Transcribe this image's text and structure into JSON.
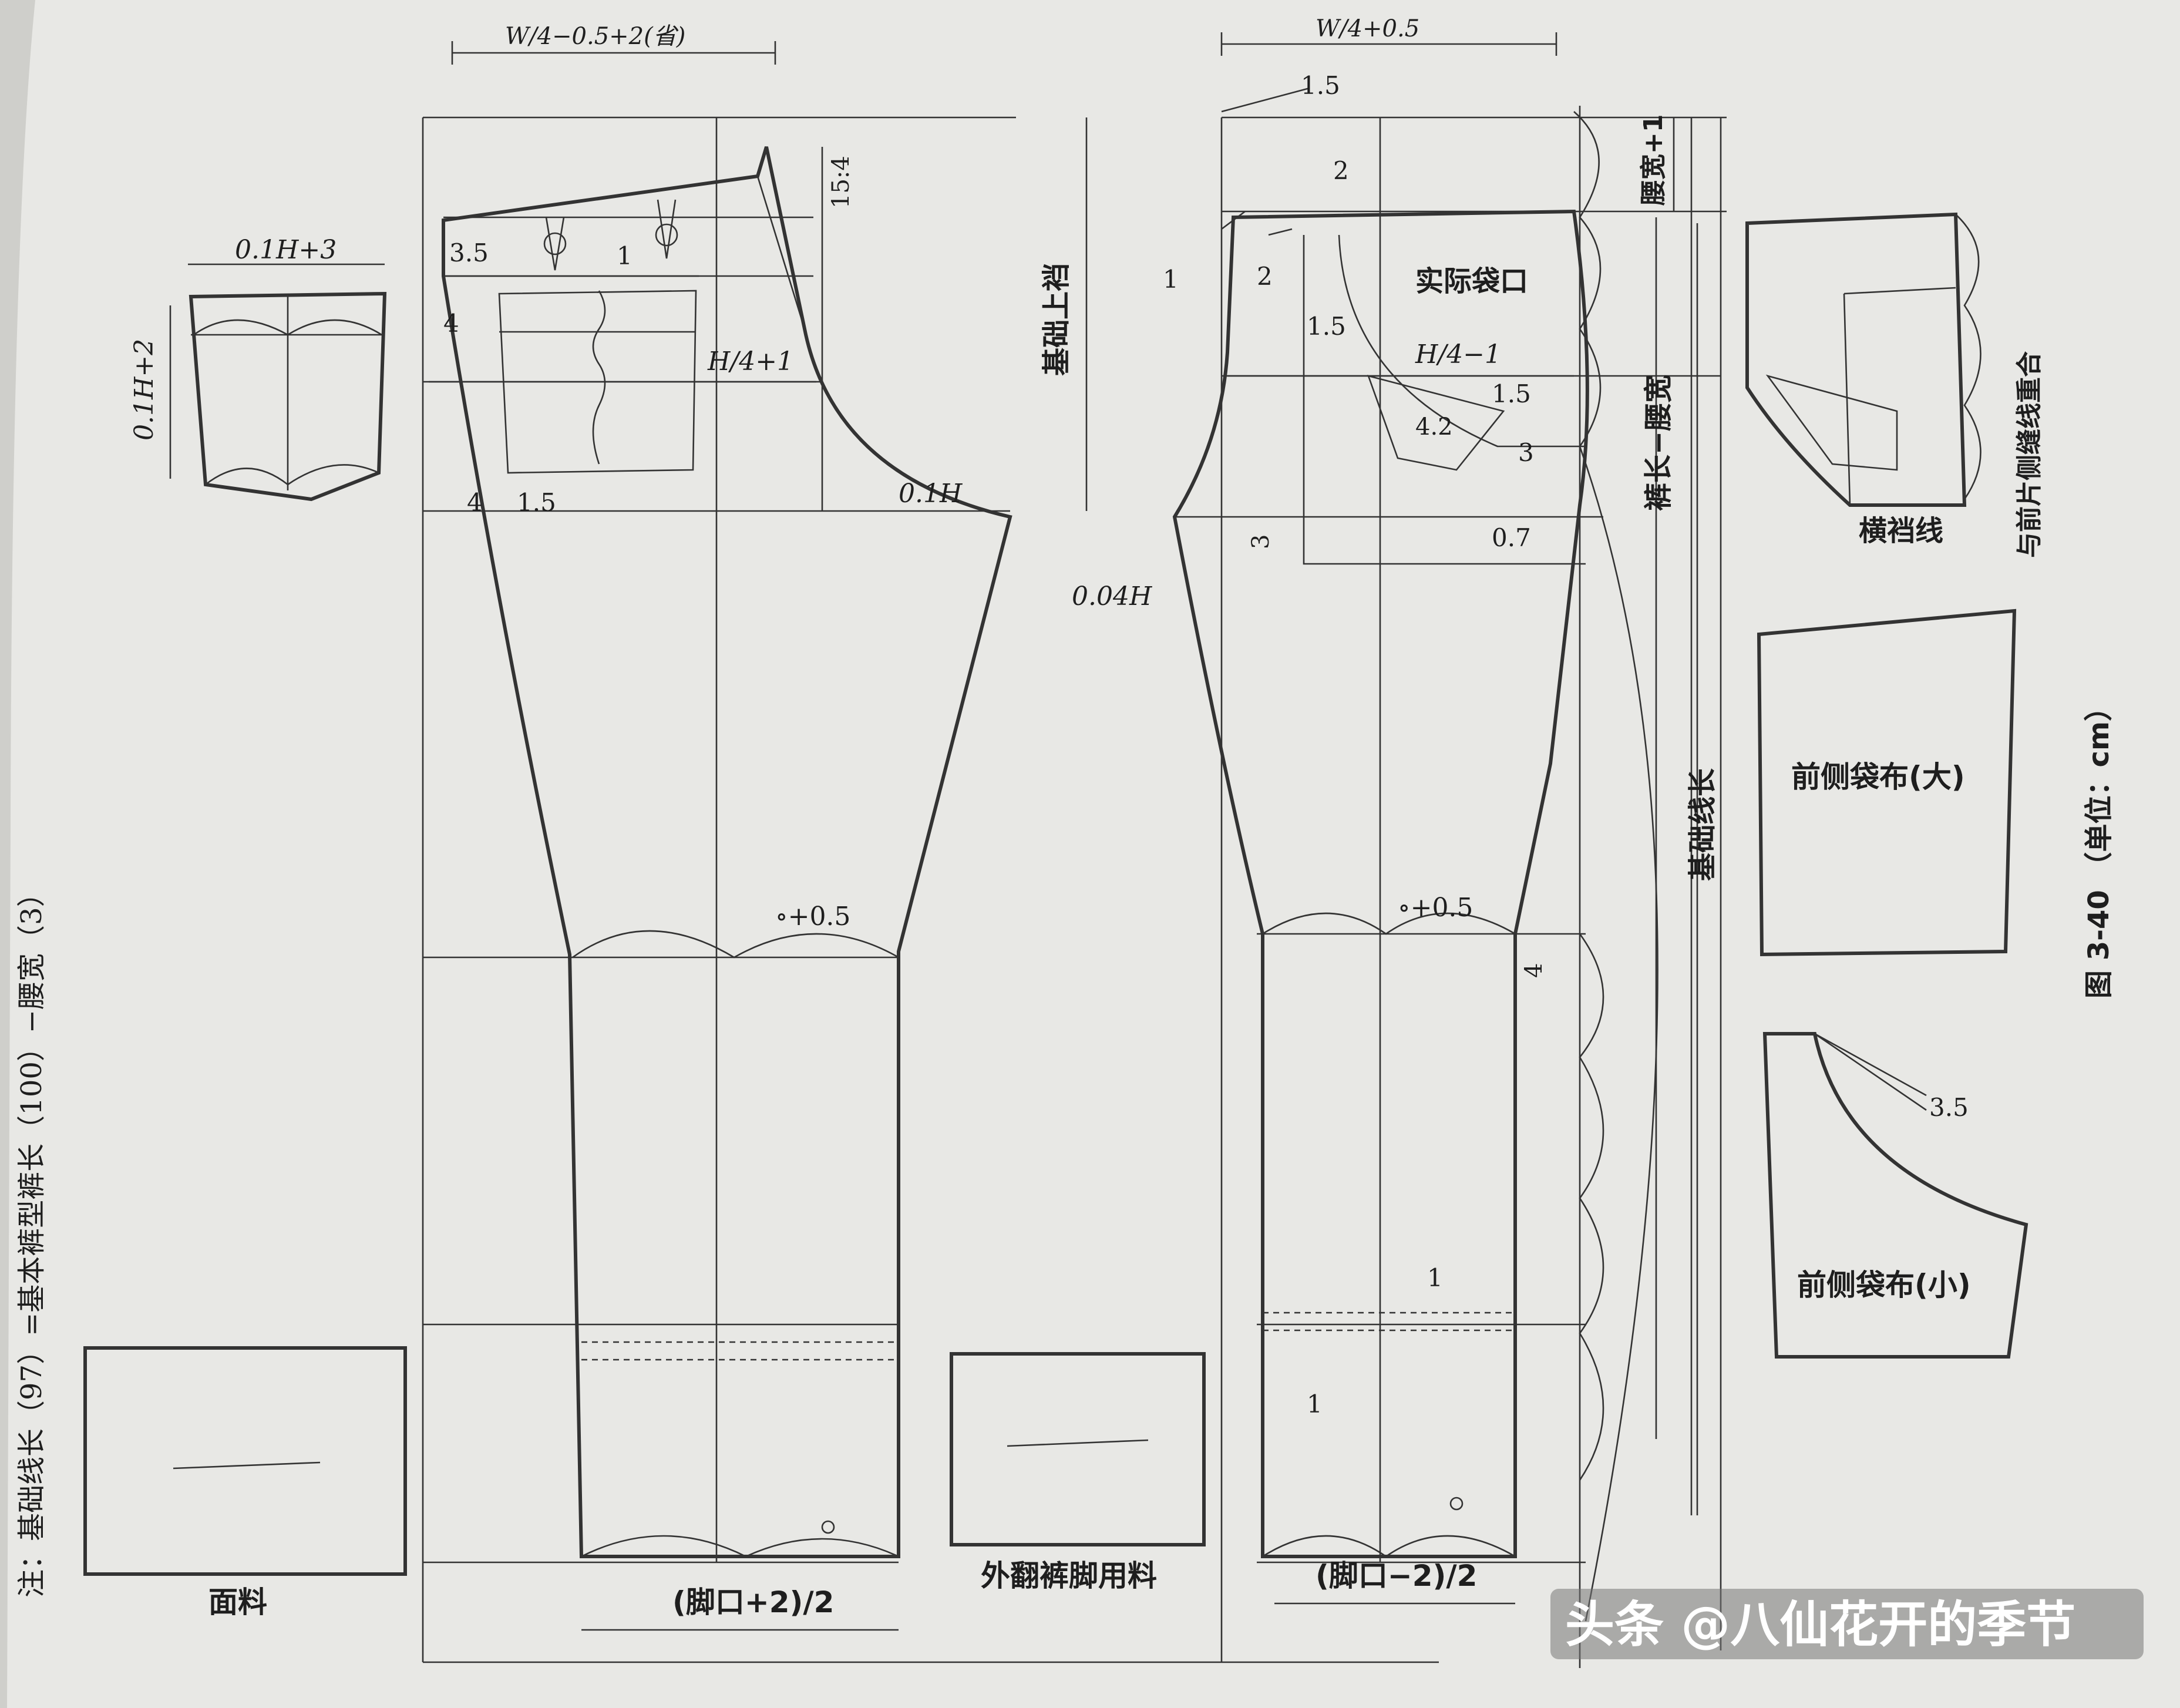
{
  "note": {
    "line1": "注：基础线长（97）=基本裤型裤长（100）−腰宽（3）"
  },
  "figure": {
    "caption": "图 3-40 （单位：cm）"
  },
  "labels": {
    "back_waist_formula": "W/4−0.5+2(省)",
    "front_waist_formula": "W/4+0.5",
    "back_hip_formula": "H/4+1",
    "front_hip_formula": "H/4−1",
    "pocket_width": "0.1H+3",
    "pocket_height": "0.1H+2",
    "back_crotch": "0.1H",
    "front_crotch": "0.04H",
    "slope": "15:4",
    "base_rise": "基础上裆",
    "waistband": "腰宽+1",
    "pants_minus_waist": "裤长−腰宽",
    "base_line_length": "基础线长",
    "actual_pocket_opening": "实际袋口",
    "back_hem_formula": "(脚口+2)/2",
    "front_hem_formula": "(脚口−2)/2",
    "knee_adjust_back": "∘+0.5",
    "knee_adjust_front": "∘+0.5",
    "fabric": "面料",
    "cuff_fabric": "外翻裤脚用料",
    "crotch_line": "横裆线",
    "overlap_note": "与前片侧缝线重合",
    "large_pocket_bag": "前侧袋布(大)",
    "small_pocket_bag": "前侧袋布(小)",
    "dims": {
      "d3_5": "3.5",
      "d1": "1",
      "d4": "4",
      "d4b": "4",
      "d1_5": "1.5",
      "f1_5": "1.5",
      "f2": "2",
      "f1": "1",
      "f2b": "2",
      "f1_5b": "1.5",
      "f4_2": "4.2",
      "f1_5c": "1.5",
      "f3": "3",
      "f3b": "3",
      "f0_7": "0.7",
      "f4": "4",
      "h1a": "1",
      "h1b": "1",
      "p3_5": "3.5"
    }
  },
  "watermark": "头条 @八仙花开的季节",
  "colors": {
    "paper": "#e8e8e5",
    "ink": "#333333",
    "watermark_bg": "#777777"
  }
}
